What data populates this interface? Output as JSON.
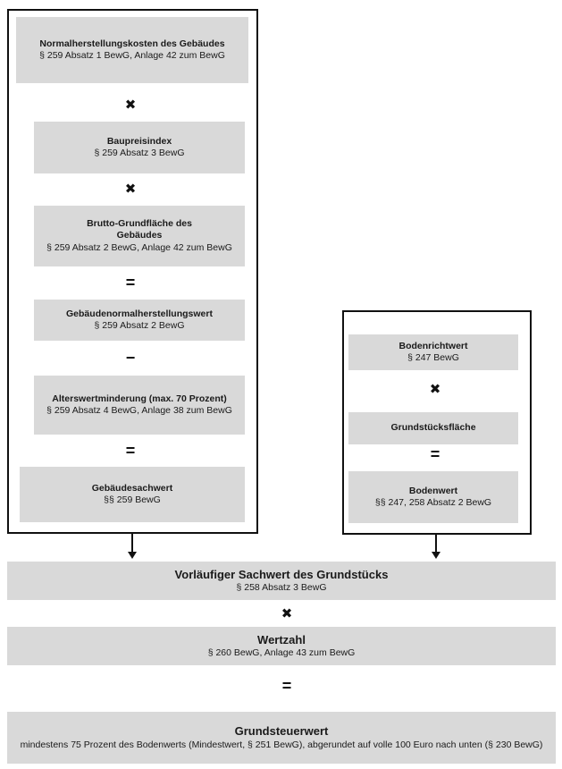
{
  "left_column": {
    "building_cost": {
      "title": "Normalherstellungskosten des Gebäudes",
      "sub": "§ 259 Absatz 1 BewG, Anlage 42 zum BewG"
    },
    "op1": "✖",
    "price_index": {
      "title": "Baupreisindex",
      "sub": "§ 259 Absatz 3 BewG"
    },
    "op2": "✖",
    "floor_area": {
      "title": "Brutto-Grundfläche des Gebäudes",
      "sub": "§ 259 Absatz 2 BewG, Anlage 42 zum BewG"
    },
    "op3": "=",
    "normal_value": {
      "title": "Gebäudenormalherstellungswert",
      "sub": "§ 259 Absatz 2 BewG"
    },
    "op4": "−",
    "age_reduction": {
      "title": "Alterswertminderung (max. 70 Prozent)",
      "sub": "§ 259 Absatz 4 BewG, Anlage 38 zum BewG"
    },
    "op5": "=",
    "building_value": {
      "title": "Gebäudesachwert",
      "sub": "§§ 259 BewG"
    }
  },
  "right_column": {
    "land_ref_value": {
      "title": "Bodenrichtwert",
      "sub": "§ 247 BewG"
    },
    "op1": "✖",
    "plot_area": {
      "title": "Grundstücksfläche"
    },
    "op2": "=",
    "land_value": {
      "title": "Bodenwert",
      "sub": "§§ 247, 258 Absatz 2 BewG"
    }
  },
  "bottom": {
    "provisional_value": {
      "title": "Vorläufiger Sachwert des Grundstücks",
      "sub": "§ 258 Absatz 3 BewG"
    },
    "op1": "✖",
    "value_factor": {
      "title": "Wertzahl",
      "sub": "§ 260 BewG, Anlage 43 zum BewG"
    },
    "op2": "=",
    "property_tax_value": {
      "title": "Grundsteuerwert",
      "sub": "mindestens 75 Prozent des Bodenwerts (Mindestwert, § 251 BewG), abgerundet auf volle 100 Euro nach unten (§ 230 BewG)"
    }
  }
}
